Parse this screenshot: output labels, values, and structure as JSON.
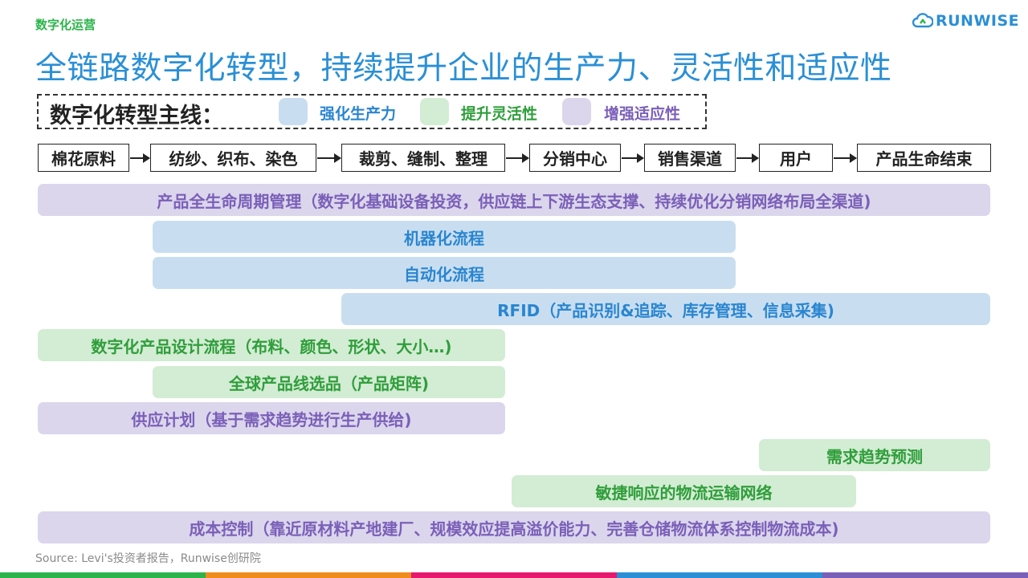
{
  "section_tag": "数字化运营",
  "logo": {
    "text": "RUNWISE",
    "icon": "cloud-logo-icon"
  },
  "title": "全链路数字化转型，持续提升企业的生产力、灵活性和适应性",
  "legend": {
    "title": "数字化转型主线：",
    "items": [
      {
        "label": "强化生产力",
        "color": "#c8def0",
        "text_color": "#2a85d0"
      },
      {
        "label": "提升灵活性",
        "color": "#d3ecd4",
        "text_color": "#2f9e3a"
      },
      {
        "label": "增强适应性",
        "color": "#dbd6ec",
        "text_color": "#7a5fb8"
      }
    ]
  },
  "stages": [
    "棉花原料",
    "纺纱、织布、染色",
    "裁剪、缝制、整理",
    "分销中心",
    "销售渠道",
    "用户",
    "产品生命结束"
  ],
  "bars": [
    {
      "label": "产品全生命周期管理（数字化基础设备投资，供应链上下游生态支撑、持续优化分销网络布局全渠道)",
      "category": "增强适应性"
    },
    {
      "label": "机器化流程",
      "category": "强化生产力"
    },
    {
      "label": "自动化流程",
      "category": "强化生产力"
    },
    {
      "label": "RFID（产品识别&追踪、库存管理、信息采集)",
      "category": "强化生产力"
    },
    {
      "label": "数字化产品设计流程（布料、颜色、形状、大小…)",
      "category": "提升灵活性"
    },
    {
      "label": "全球产品线选品（产品矩阵)",
      "category": "提升灵活性"
    },
    {
      "label": "供应计划（基于需求趋势进行生产供给)",
      "category": "增强适应性"
    },
    {
      "label": "需求趋势预测",
      "category": "提升灵活性"
    },
    {
      "label": "敏捷响应的物流运输网络",
      "category": "提升灵活性"
    },
    {
      "label": "成本控制（靠近原材料产地建厂、规模效应提高溢价能力、完善仓储物流体系控制物流成本)",
      "category": "增强适应性"
    }
  ],
  "source": "Source: Levi's投资者报告，Runwise创研院",
  "footer_colors": [
    "#2bb44a",
    "#f08c1c",
    "#e6196e",
    "#2a8fd6",
    "#7a5fb8"
  ]
}
